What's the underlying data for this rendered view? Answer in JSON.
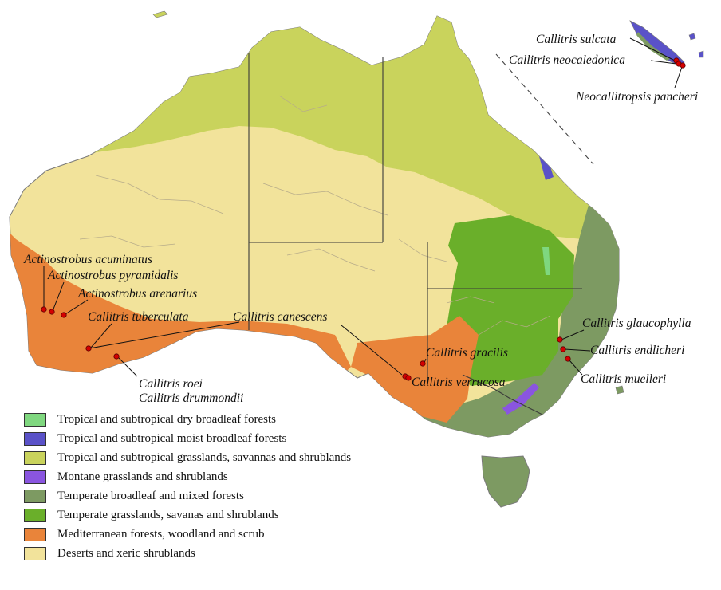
{
  "colors": {
    "ocean": "#ffffff",
    "outline": "#7a7a7a",
    "state_border": "#3a3a3a",
    "river": "#b6ab8a",
    "marker_fill": "#d40000",
    "marker_stroke": "#5a0000",
    "leader": "#111111"
  },
  "species_labels": [
    "Callitris sulcata",
    "Callitris neocaledonica",
    "Neocallitropsis pancheri",
    "Actinostrobus acuminatus",
    "Actinostrobus pyramidalis",
    "Actinostrobus arenarius",
    "Callitris tuberculata",
    "Callitris canescens",
    "Callitris glaucophylla",
    "Callitris endlicheri",
    "Callitris muelleri",
    "Callitris gracilis",
    "Callitris verrucosa",
    "Callitris roei",
    "Callitris drummondii"
  ],
  "legend": {
    "items": [
      {
        "label": "Tropical and subtropical dry broadleaf forests",
        "color": "#7fd77f"
      },
      {
        "label": "Tropical and subtropical moist broadleaf forests",
        "color": "#5a52c8"
      },
      {
        "label": "Tropical and subtropical grasslands, savannas and shrublands",
        "color": "#c9d35c"
      },
      {
        "label": "Montane grasslands and shrublands",
        "color": "#8a55e0"
      },
      {
        "label": "Temperate broadleaf and mixed forests",
        "color": "#7d9a62"
      },
      {
        "label": "Temperate grasslands, savanas and shrublands",
        "color": "#6aaf2a"
      },
      {
        "label": "Mediterranean forests, woodland and scrub",
        "color": "#e9843a"
      },
      {
        "label": "Deserts and xeric shrublands",
        "color": "#f2e39b"
      }
    ]
  }
}
